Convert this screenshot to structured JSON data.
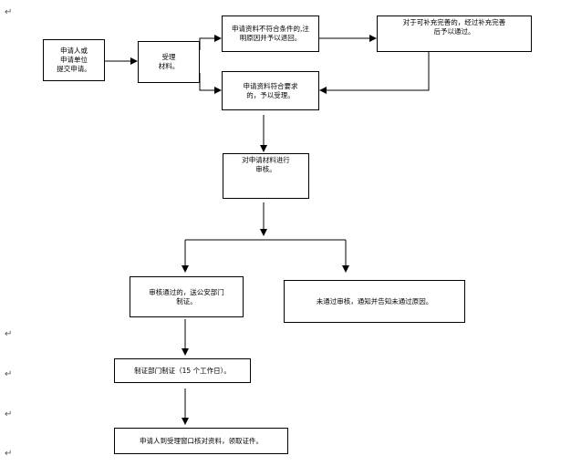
{
  "nodes": {
    "applicant": "申请人或\n申请单位\n提交申请。",
    "accept": "受理\n材料。",
    "reject": "申请资料不符合条件的,注\n明原因并予以退回。",
    "supplement": "对于可补充完善的，经过补充完善\n后予以通过。",
    "meets": "申请资料符合要求\n的，予以受理。",
    "review": "对申请材料进行\n审核。",
    "pass": "审核通过的，送公安部门\n制证。",
    "fail": "未通过审核，通知并告知未通过原因。",
    "make": "制证部门制证（15 个工作日）。",
    "collect": "申请人到受理窗口核对资料，领取证件。"
  },
  "marks": {
    "paragraph": "↵"
  }
}
